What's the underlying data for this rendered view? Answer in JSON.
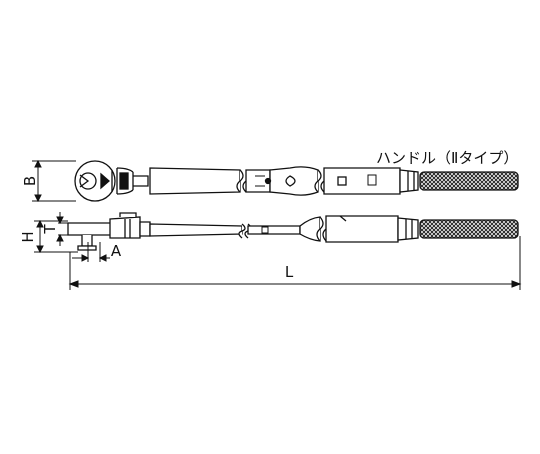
{
  "diagram": {
    "handle_label": "ハンドル（Ⅱタイプ）",
    "dimensions": {
      "B": "B",
      "H": "H",
      "T": "T",
      "A": "A",
      "L": "L"
    }
  }
}
